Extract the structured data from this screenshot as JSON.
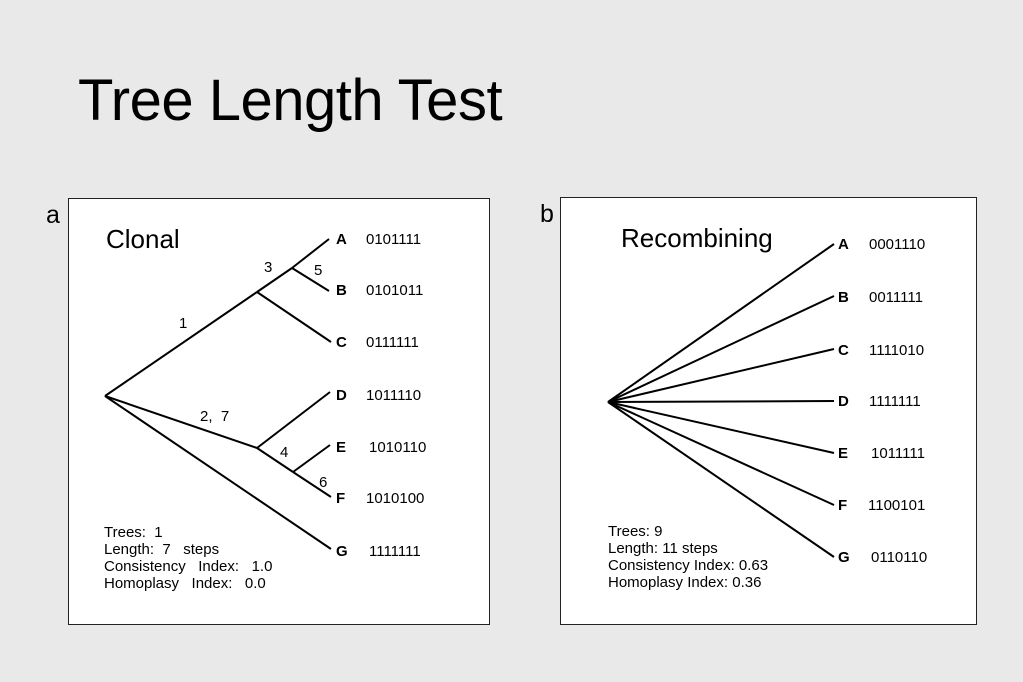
{
  "title": "Tree Length Test",
  "panel_a": {
    "letter": "a",
    "title": "Clonal",
    "taxa": [
      {
        "label": "A",
        "seq": "0101111"
      },
      {
        "label": "B",
        "seq": "0101011"
      },
      {
        "label": "C",
        "seq": "0111111"
      },
      {
        "label": "D",
        "seq": "1011110"
      },
      {
        "label": "E",
        "seq": "1010110"
      },
      {
        "label": "F",
        "seq": "1010100"
      },
      {
        "label": "G",
        "seq": "1111111"
      }
    ],
    "branch_labels": [
      "1",
      "3",
      "5",
      "2,  7",
      "4",
      "6"
    ],
    "stats": [
      "Trees:  1",
      "Length:  7   steps",
      "Consistency   Index:   1.0",
      "Homoplasy   Index:   0.0"
    ]
  },
  "panel_b": {
    "letter": "b",
    "title": "Recombining",
    "taxa": [
      {
        "label": "A",
        "seq": "0001110"
      },
      {
        "label": "B",
        "seq": "0011111"
      },
      {
        "label": "C",
        "seq": "1111010"
      },
      {
        "label": "D",
        "seq": "1111111"
      },
      {
        "label": "E",
        "seq": "1011111"
      },
      {
        "label": "F",
        "seq": "1100101"
      },
      {
        "label": "G",
        "seq": "0110110"
      }
    ],
    "stats": [
      "Trees: 9",
      "Length: 11 steps",
      "Consistency Index: 0.63",
      "Homoplasy Index: 0.36"
    ]
  }
}
